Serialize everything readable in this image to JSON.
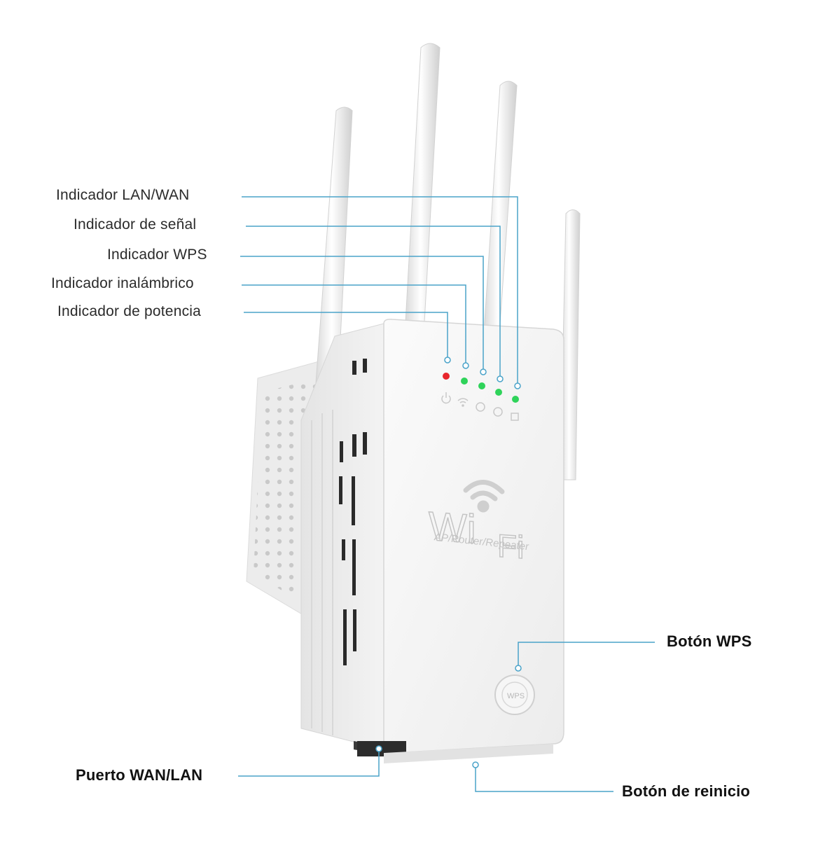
{
  "labels": {
    "lan_wan_indicator": "Indicador LAN/WAN",
    "signal_indicator": "Indicador de señal",
    "wps_indicator": "Indicador WPS",
    "wireless_indicator": "Indicador inalámbrico",
    "power_indicator": "Indicador de potencia",
    "wps_button": "Botón WPS",
    "wan_lan_port": "Puerto WAN/LAN",
    "reset_button": "Botón de reinicio"
  },
  "device": {
    "logo_text_left": "Wi",
    "logo_text_right": "Fi",
    "logo_subtitle": "AP/Router/Repeater",
    "wps_button_text": "WPS"
  },
  "leds": [
    {
      "name": "power",
      "color": "#e8262c"
    },
    {
      "name": "wireless",
      "color": "#2fd35a"
    },
    {
      "name": "wps",
      "color": "#2fd35a"
    },
    {
      "name": "signal",
      "color": "#2fd35a"
    },
    {
      "name": "lan-wan",
      "color": "#2fd35a"
    }
  ],
  "colors": {
    "callout_line": "#4aa3c9",
    "device_body": "#f4f4f4"
  }
}
